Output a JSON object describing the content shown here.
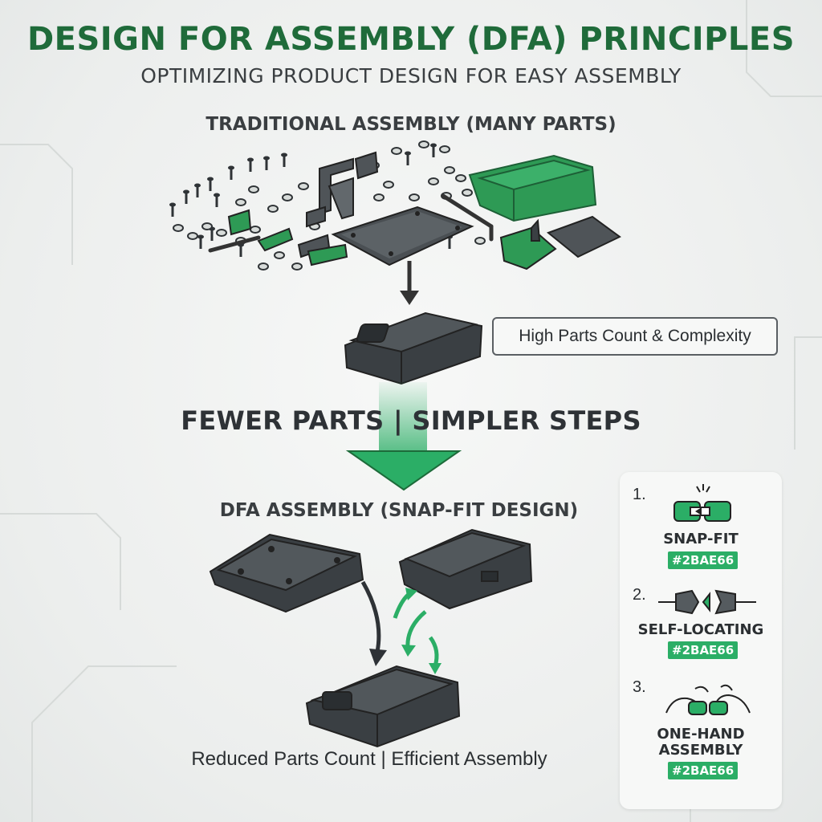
{
  "header": {
    "title": "DESIGN FOR ASSEMBLY (DFA) PRINCIPLES",
    "subtitle": "OPTIMIZING PRODUCT DESIGN FOR EASY ASSEMBLY"
  },
  "traditional": {
    "heading": "TRADITIONAL ASSEMBLY (MANY PARTS)",
    "callout": "High Parts Count & Complexity"
  },
  "transition": {
    "banner": "FEWER PARTS | SIMPLER STEPS"
  },
  "dfa": {
    "heading": "DFA ASSEMBLY (SNAP-FIT DESIGN)",
    "caption": "Reduced Parts Count | Efficient Assembly"
  },
  "principles": [
    {
      "number": "1.",
      "label": "SNAP-FIT",
      "badge": "#2BAE66",
      "icon": "snap-fit-icon"
    },
    {
      "number": "2.",
      "label": "SELF-LOCATING",
      "badge": "#2BAE66",
      "icon": "self-locating-icon"
    },
    {
      "number": "3.",
      "label_line1": "ONE-HAND",
      "label_line2": "ASSEMBLY",
      "badge": "#2BAE66",
      "icon": "one-hand-icon"
    }
  ],
  "colors": {
    "accent": "#2BAE66",
    "title_green": "#1F6B3A",
    "part_dark": "#3A3F43",
    "part_green": "#2E9A55"
  }
}
